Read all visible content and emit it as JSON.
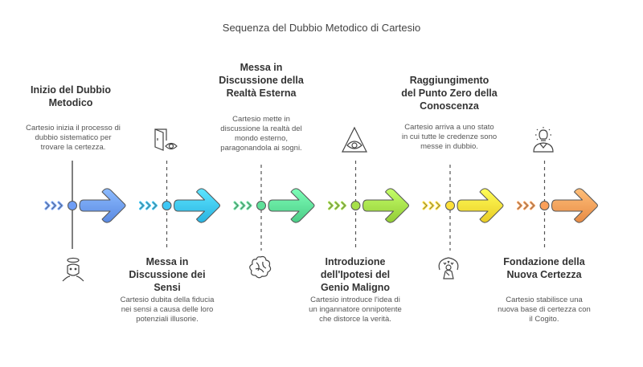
{
  "title": "Sequenza del Dubbio Metodico di Cartesio",
  "steps": [
    {
      "heading": "Inizio del Dubbio Metodico",
      "description": "Cartesio inizia il processo di dubbio sistematico per trovare la certezza.",
      "position": "top",
      "icon": "angel-face-icon",
      "color": "#6e9df5"
    },
    {
      "heading": "Messa in Discussione dei Sensi",
      "description": "Cartesio dubita della fiducia nei sensi a causa delle loro potenziali illusorie.",
      "position": "bottom",
      "icon": "door-eye-icon",
      "color": "#3ec7f5"
    },
    {
      "heading": "Messa in Discussione della Realtà Esterna",
      "description": "Cartesio mette in discussione la realtà del mondo esterno, paragonandola ai sogni.",
      "position": "top",
      "icon": "cloud-flower-icon",
      "color": "#5fe09a"
    },
    {
      "heading": "Introduzione dell'Ipotesi del Genio Maligno",
      "description": "Cartesio introduce l'idea di un ingannatore onnipotente che distorce la verità.",
      "position": "bottom",
      "icon": "eye-pyramid-icon",
      "color": "#a6e04a"
    },
    {
      "heading": "Raggiungimento del Punto Zero della Conoscenza",
      "description": "Cartesio arriva a uno stato in cui tutte le credenze sono messe in dubbio.",
      "position": "top",
      "icon": "meditating-person-icon",
      "color": "#fde03a"
    },
    {
      "heading": "Fondazione della Nuova Certezza",
      "description": "Cartesio stabilisce una nuova base di certezza con il Cogito.",
      "position": "bottom",
      "icon": "lightbulb-person-icon",
      "color": "#fba05a"
    }
  ]
}
